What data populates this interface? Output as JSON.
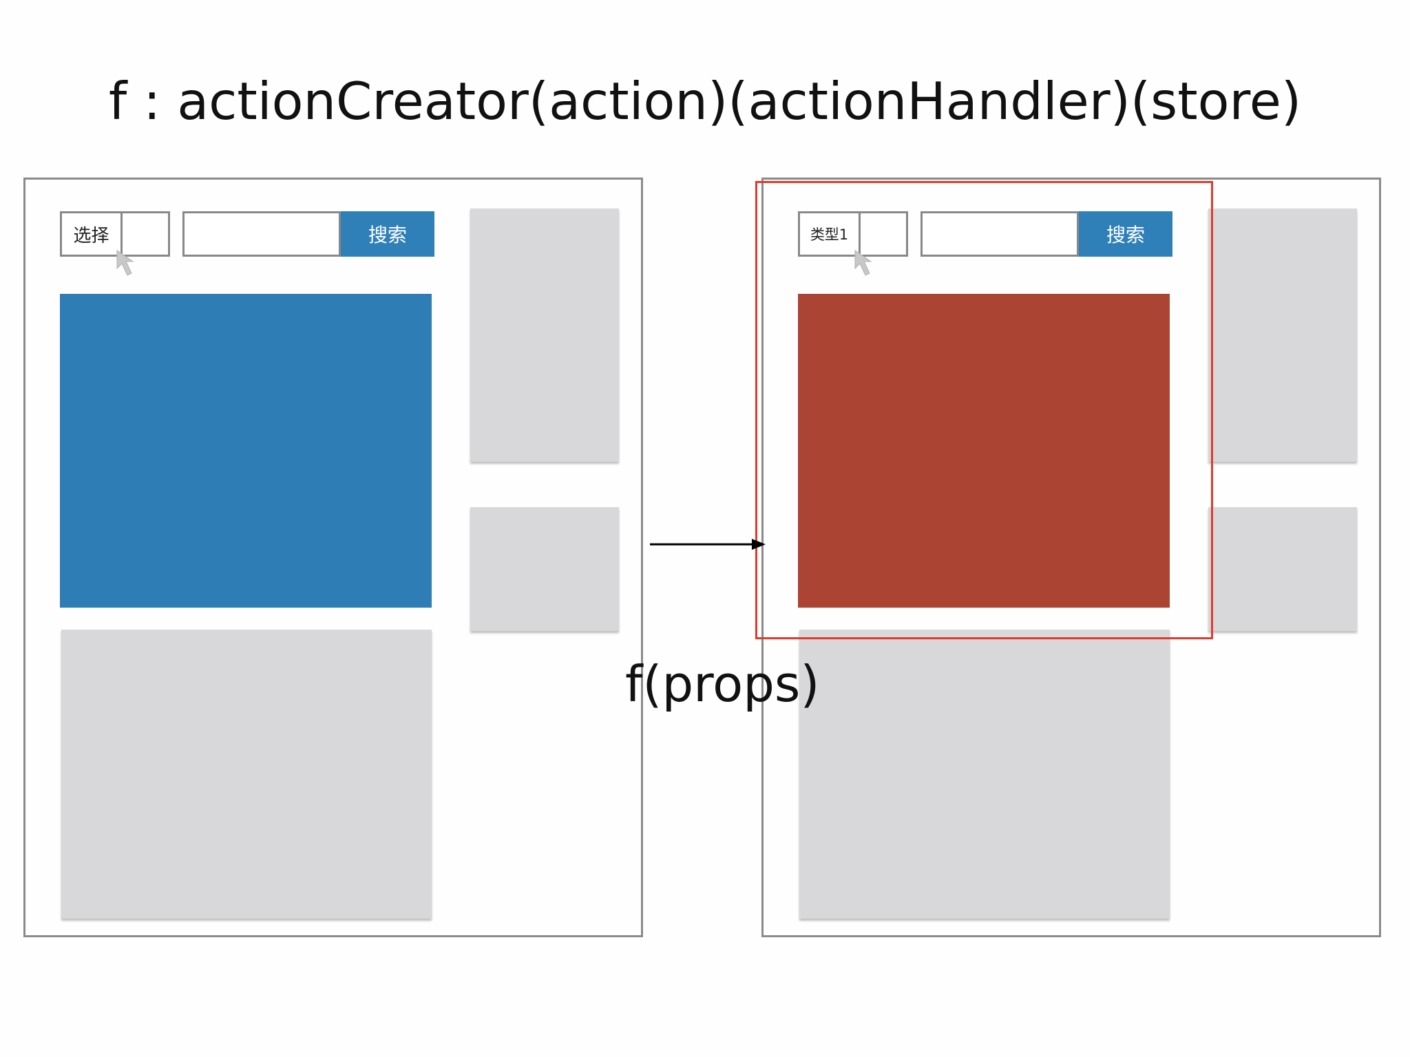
{
  "title": "f : actionCreator(action)(actionHandler)(store)",
  "transition_label": "f(props)",
  "left_frame": {
    "select_label": "选择",
    "search_button_label": "搜索",
    "search_input_value": "",
    "main_panel_color": "#2e7db5"
  },
  "right_frame": {
    "select_label": "类型1",
    "search_button_label": "搜索",
    "search_input_value": "",
    "main_panel_color": "#ab4433"
  },
  "colors": {
    "search_button": "#2f7fb8",
    "highlight_border": "#e03a2a",
    "placeholder_card": "#d8d7d9"
  },
  "icons": {
    "cursor": "mouse-pointer-icon",
    "arrow": "right-arrow-icon"
  }
}
